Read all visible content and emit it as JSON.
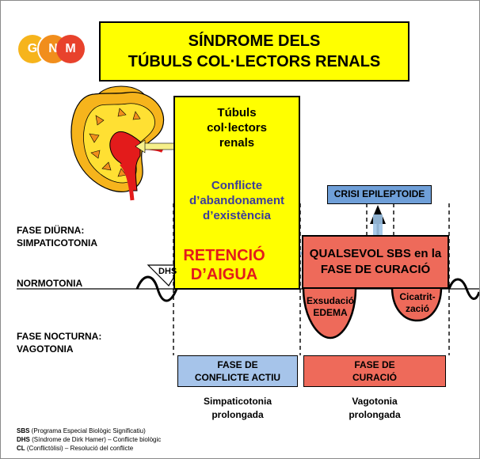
{
  "logo": {
    "letters": [
      "G",
      "N",
      "M"
    ],
    "colors": [
      "#f6b41c",
      "#f18e1c",
      "#e8422c"
    ]
  },
  "title": {
    "line1": "SÍNDROME DELS",
    "line2": "TÚBULS COL·LECTORS RENALS"
  },
  "organ": {
    "line1": "Túbuls",
    "line2": "col·lectors",
    "line3": "renals"
  },
  "conflict": {
    "line1": "Conflicte",
    "line2": "d’abandonament",
    "line3": "d’existència"
  },
  "symptom": {
    "line1": "RETENCIÓ",
    "line2": "D’AIGUA"
  },
  "healing_box": {
    "line1": "QUALSEVOL SBS en la",
    "line2": "FASE DE CURACIÓ"
  },
  "crisis_label": "CRISI EPILEPTOIDE",
  "phases": {
    "day_line1": "FASE DIÜRNA:",
    "day_line2": "SIMPATICOTONIA",
    "normotonia": "NORMOTONIA",
    "night_line1": "FASE NOCTURNA:",
    "night_line2": "VAGOTONIA"
  },
  "dhs_label": "DHS",
  "exudation": {
    "line1": "Exsudació",
    "line2": "EDEMA"
  },
  "scarring": {
    "line1": "Cicatrit-",
    "line2": "zació"
  },
  "active_phase": {
    "line1": "FASE DE",
    "line2": "CONFLICTE ACTIU"
  },
  "healing_phase": {
    "line1": "FASE DE",
    "line2": "CURACIÓ"
  },
  "bottom": {
    "left_line1": "Simpaticotonia",
    "left_line2": "prolongada",
    "right_line1": "Vagotonia",
    "right_line2": "prolongada"
  },
  "footnotes": [
    {
      "abbr": "SBS",
      "text": " (Programa Especial Biològic Significatiu)"
    },
    {
      "abbr": "DHS",
      "text": " (Síndrome de Dirk Hamer) – Conflicte biològic"
    },
    {
      "abbr": "CL",
      "text": " (Conflictòlisi) – Resolució del conflicte"
    }
  ],
  "colors": {
    "yellow": "#ffff00",
    "red_box": "#ee6a5a",
    "blue_box": "#6f9fd8",
    "retention_text": "#e31b1b",
    "conflict_text": "#3d3d9a",
    "arrow_blue": "#9dc3e6"
  }
}
